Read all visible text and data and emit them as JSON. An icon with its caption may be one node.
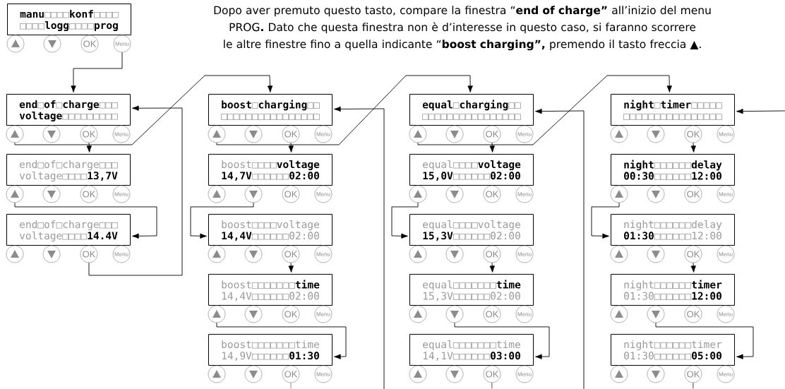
{
  "diagram": {
    "nodes": [
      {
        "text": [
          "**manu**□□□□**konf**□□□□",
          "□□□□**logg**□□□□**prog**"
        ]
      },
      {
        "text": [],
        "shape": "circle"
      },
      {
        "text": [],
        "shape": "circle"
      },
      {
        "text": [
          "OK"
        ]
      },
      {
        "text": [
          "Menu"
        ]
      },
      {
        "text": [
          "**end**□**of**□**charge**□□□",
          "**voltage**□□□□□□□□□"
        ]
      },
      {
        "text": [],
        "shape": "circle"
      },
      {
        "text": [],
        "shape": "circle"
      },
      {
        "text": [
          "OK"
        ]
      },
      {
        "text": [
          "Menu"
        ]
      },
      {
        "text": [
          "end□of□charge□□□",
          "voltage□□□□**13,7V**"
        ]
      },
      {
        "text": [],
        "shape": "circle"
      },
      {
        "text": [],
        "shape": "circle"
      },
      {
        "text": [
          "OK"
        ]
      },
      {
        "text": [
          "Menu"
        ]
      },
      {
        "text": [
          "end□of□charge□□□",
          "voltage□□□□**14.4V**"
        ]
      },
      {
        "text": [],
        "shape": "circle"
      },
      {
        "text": [],
        "shape": "circle"
      },
      {
        "text": [
          "OK"
        ]
      },
      {
        "text": [
          "Menu"
        ]
      },
      {
        "text": [
          "**boost**□**charging**□□",
          "□□□□□□□□□□□□□□□□"
        ]
      },
      {
        "text": [],
        "shape": "circle"
      },
      {
        "text": [],
        "shape": "circle"
      },
      {
        "text": [
          "OK"
        ]
      },
      {
        "text": [
          "Menu"
        ]
      },
      {
        "text": [
          "boost□□□□**voltage**",
          "**14,7V**□□□□□□**02:00**"
        ]
      },
      {
        "text": [],
        "shape": "circle"
      },
      {
        "text": [],
        "shape": "circle"
      },
      {
        "text": [
          "OK"
        ]
      },
      {
        "text": [
          "Menu"
        ]
      },
      {
        "text": [
          "boost□□□□voltage",
          "**14,4V**□□□□□□02:00"
        ]
      },
      {
        "text": [],
        "shape": "circle"
      },
      {
        "text": [],
        "shape": "circle"
      },
      {
        "text": [
          "OK"
        ]
      },
      {
        "text": [
          "Menu"
        ]
      },
      {
        "text": [
          "boost□□□□□□□**time**",
          "14,4V□□□□□□02:00"
        ]
      },
      {
        "text": [],
        "shape": "circle"
      },
      {
        "text": [],
        "shape": "circle"
      },
      {
        "text": [
          "OK"
        ]
      },
      {
        "text": [
          "Menu"
        ]
      },
      {
        "text": [
          "boost□□□□□□□time",
          "14,9V□□□□□□**01:30**"
        ]
      },
      {
        "text": [],
        "shape": "circle"
      },
      {
        "text": [],
        "shape": "circle"
      },
      {
        "text": [
          "OK"
        ]
      },
      {
        "text": [
          "Menu"
        ]
      },
      {
        "text": [
          "**equal**□**charging**□□",
          "□□□□□□□□□□□□□□□□"
        ]
      },
      {
        "text": [],
        "shape": "circle"
      },
      {
        "text": [],
        "shape": "circle"
      },
      {
        "text": [
          "OK"
        ]
      },
      {
        "text": [
          "Menu"
        ]
      },
      {
        "text": [
          "equal□□□□**voltage**",
          "**15,0V**□□□□□□**02:00**"
        ]
      },
      {
        "text": [],
        "shape": "circle"
      },
      {
        "text": [],
        "shape": "circle"
      },
      {
        "text": [
          "OK"
        ]
      },
      {
        "text": [
          "Menu"
        ]
      },
      {
        "text": [
          "equal□□□□voltage",
          "**15,3V**□□□□□□02:00"
        ]
      },
      {
        "text": [],
        "shape": "circle"
      },
      {
        "text": [],
        "shape": "circle"
      },
      {
        "text": [
          "OK"
        ]
      },
      {
        "text": [
          "Menu"
        ]
      },
      {
        "text": [
          "equal□□□□□□□**time**",
          "15,3V□□□□□□02:00"
        ]
      },
      {
        "text": [],
        "shape": "circle"
      },
      {
        "text": [],
        "shape": "circle"
      },
      {
        "text": [
          "OK"
        ]
      },
      {
        "text": [
          "Menu"
        ]
      },
      {
        "text": [
          "equal□□□□□□□time",
          "14,1V□□□□□□**03:00**"
        ]
      },
      {
        "text": [],
        "shape": "circle"
      },
      {
        "text": [],
        "shape": "circle"
      },
      {
        "text": [
          "OK"
        ]
      },
      {
        "text": [
          "Menu"
        ]
      },
      {
        "text": [
          "**night**□**timer**□□□□□",
          "□□□□□□□□□□□□□□□□"
        ]
      },
      {
        "text": [],
        "shape": "circle"
      },
      {
        "text": [],
        "shape": "circle"
      },
      {
        "text": [
          "OK"
        ]
      },
      {
        "text": [
          "Menu"
        ]
      },
      {
        "text": [
          "**night**□□□□□□**delay**",
          "**00:30**□□□□□□**12:00**"
        ]
      },
      {
        "text": [],
        "shape": "circle"
      },
      {
        "text": [],
        "shape": "circle"
      },
      {
        "text": [
          "OK"
        ]
      },
      {
        "text": [
          "Menu"
        ]
      },
      {
        "text": [
          "night□□□□□□delay",
          "**01:30**□□□□□□12:00"
        ]
      },
      {
        "text": [],
        "shape": "circle"
      },
      {
        "text": [],
        "shape": "circle"
      },
      {
        "text": [
          "OK"
        ]
      },
      {
        "text": [
          "Menu"
        ]
      },
      {
        "text": [
          "night□□□□□□**timer**",
          "01:30□□□□□□**12:00**"
        ]
      },
      {
        "text": [],
        "shape": "circle"
      },
      {
        "text": [],
        "shape": "circle"
      },
      {
        "text": [
          "OK"
        ]
      },
      {
        "text": [
          "Menu"
        ]
      },
      {
        "text": [
          "night□□□□□□timer",
          "01:30□□□□□□**05:00**"
        ]
      },
      {
        "text": [],
        "shape": "circle"
      },
      {
        "text": [],
        "shape": "circle"
      },
      {
        "text": [
          "OK"
        ]
      },
      {
        "text": [
          "Menu"
        ]
      }
    ],
    "edges": [
      {
        "from": 4,
        "to": 5,
        "arrow": "to"
      },
      {
        "from": 6,
        "to": 20,
        "arrow": "to"
      },
      {
        "from": 8,
        "to": 10,
        "arrow": "to"
      },
      {
        "from": 11,
        "to": 15,
        "arrow": "to"
      },
      {
        "from": 18,
        "to": 5,
        "arrow": "to"
      },
      {
        "from": 21,
        "to": 45,
        "arrow": "to"
      },
      {
        "from": 23,
        "to": 25,
        "arrow": "to"
      },
      {
        "from": 27,
        "to": 30,
        "arrow": "to"
      },
      {
        "from": 33,
        "to": 35,
        "arrow": "to"
      },
      {
        "from": 36,
        "to": 40,
        "arrow": "to"
      },
      {
        "from": 43,
        "to": null,
        "arrow": "none"
      },
      {
        "from": null,
        "to": 20,
        "arrow": "to"
      },
      {
        "from": 46,
        "to": 70,
        "arrow": "to"
      },
      {
        "from": 48,
        "to": 50,
        "arrow": "to"
      },
      {
        "from": 51,
        "to": 55,
        "arrow": "to"
      },
      {
        "from": 58,
        "to": 60,
        "arrow": "to"
      },
      {
        "from": 62,
        "to": 65,
        "arrow": "to"
      },
      {
        "from": 68,
        "to": null,
        "arrow": "none"
      },
      {
        "from": null,
        "to": 45,
        "arrow": "to"
      },
      {
        "from": null,
        "to": 70,
        "arrow": "to"
      },
      {
        "from": 73,
        "to": 75,
        "arrow": "to"
      },
      {
        "from": 76,
        "to": 80,
        "arrow": "to"
      },
      {
        "from": 83,
        "to": 85,
        "arrow": "to"
      },
      {
        "from": 87,
        "to": 90,
        "arrow": "to"
      },
      {
        "from": 93,
        "to": null,
        "arrow": "none"
      }
    ],
    "labels": [
      "Dopo aver premuto questo tasto, compare la finestra “**end of charge”** all’inizio del menu PROG**.** Dato che questa finestra non è d’interesse in questo caso, si faranno scorrere le altre finestre fino a quella indicante “**boost charging”,** premendo il tasto freccia ▲."
    ]
  }
}
